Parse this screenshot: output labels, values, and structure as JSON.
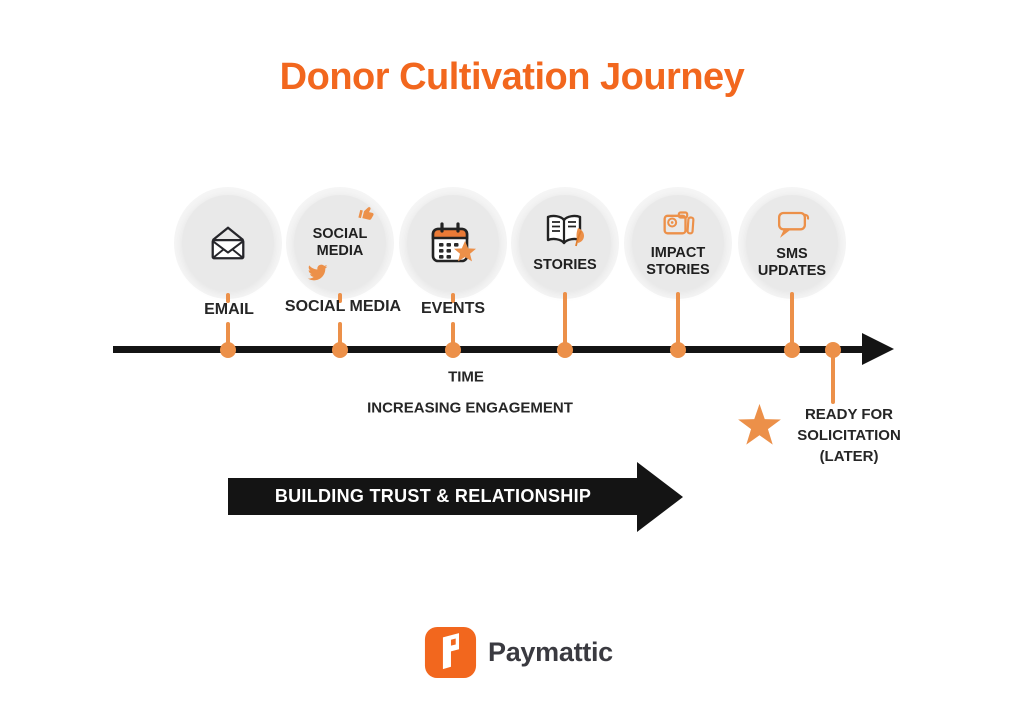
{
  "title": "Donor Cultivation Journey",
  "colors": {
    "orange_primary": "#F2671E",
    "orange_accent": "#EC9049",
    "ink": "#141414",
    "text_dark": "#262626",
    "circle_fill": "#E9E9E9"
  },
  "stages": [
    {
      "name": "email",
      "label": "EMAIL",
      "icon": "envelope-icon"
    },
    {
      "name": "social-media",
      "label": "SOCIAL MEDIA",
      "inner_label": "SOCIAL MEDIA",
      "icons": [
        "thumbs-up-icon",
        "twitter-bird-icon"
      ]
    },
    {
      "name": "events",
      "label": "EVENTS",
      "icon": "calendar-star-icon"
    },
    {
      "name": "stories",
      "inner_label": "STORIES",
      "icon": "open-book-icon"
    },
    {
      "name": "impact-stories",
      "inner_label": "IMPACT STORIES",
      "icon": "camera-icon"
    },
    {
      "name": "sms-updates",
      "inner_label": "SMS UPDATES",
      "icon": "chat-bubble-icon"
    }
  ],
  "timeline": {
    "time_label": "TIME",
    "engagement_label": "INCREASING ENGAGEMENT"
  },
  "milestone": {
    "icon": "star-icon",
    "lines": [
      "READY FOR",
      "SOLICITATION",
      "(LATER)"
    ]
  },
  "banner": {
    "label": "BUILDING TRUST & RELATIONSHIP"
  },
  "footer": {
    "brand": "Paymattic",
    "icon": "paymattic-logo-icon"
  }
}
